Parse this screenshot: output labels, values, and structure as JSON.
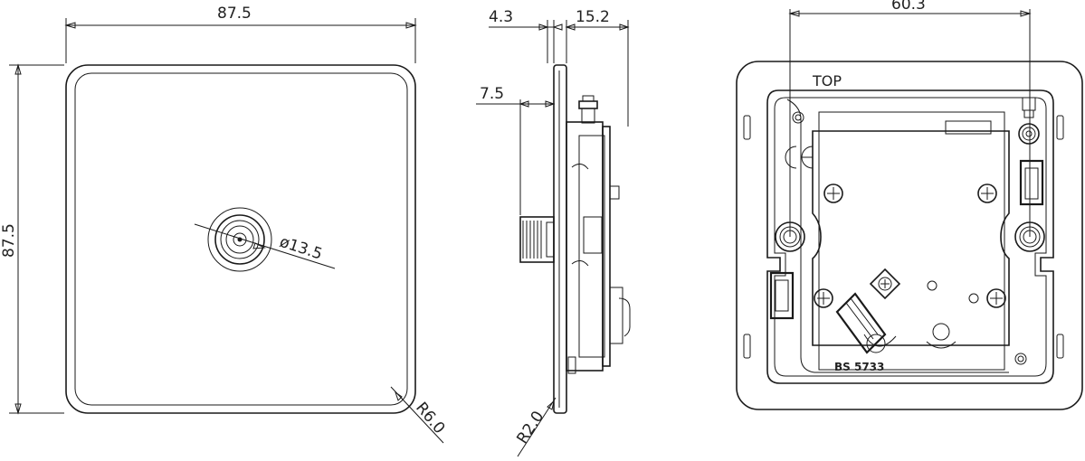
{
  "front_view": {
    "width_dim": "87.5",
    "height_dim": "87.5",
    "diameter_dim": "ø13.5",
    "corner_radius_dim": "R6.0"
  },
  "side_view": {
    "plate_thickness_dim": "4.3",
    "depth_dim": "15.2",
    "connector_dim": "7.5",
    "edge_radius_dim": "R2.0"
  },
  "rear_view": {
    "fixing_centres_dim": "60.3",
    "orientation_label": "TOP",
    "standard_label": "BS  5733"
  }
}
